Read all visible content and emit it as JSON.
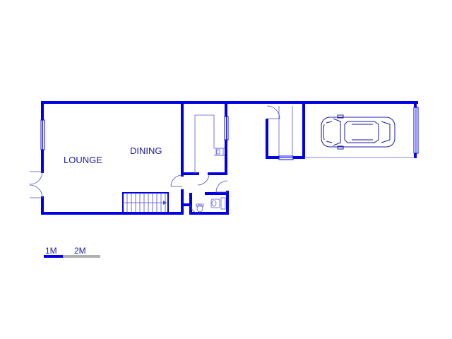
{
  "rooms": {
    "lounge": "LOUNGE",
    "dining": "DINING"
  },
  "scale_bar": {
    "label_1": "1M",
    "label_2": "2M"
  },
  "colors": {
    "wall": "#0000e6",
    "text": "#1a1aa6",
    "scale_light": "#b0b0b0"
  },
  "icons": {
    "vehicle": "car-icon",
    "toilet": "toilet-icon",
    "basin": "basin-icon",
    "stairs": "stairs-icon"
  }
}
